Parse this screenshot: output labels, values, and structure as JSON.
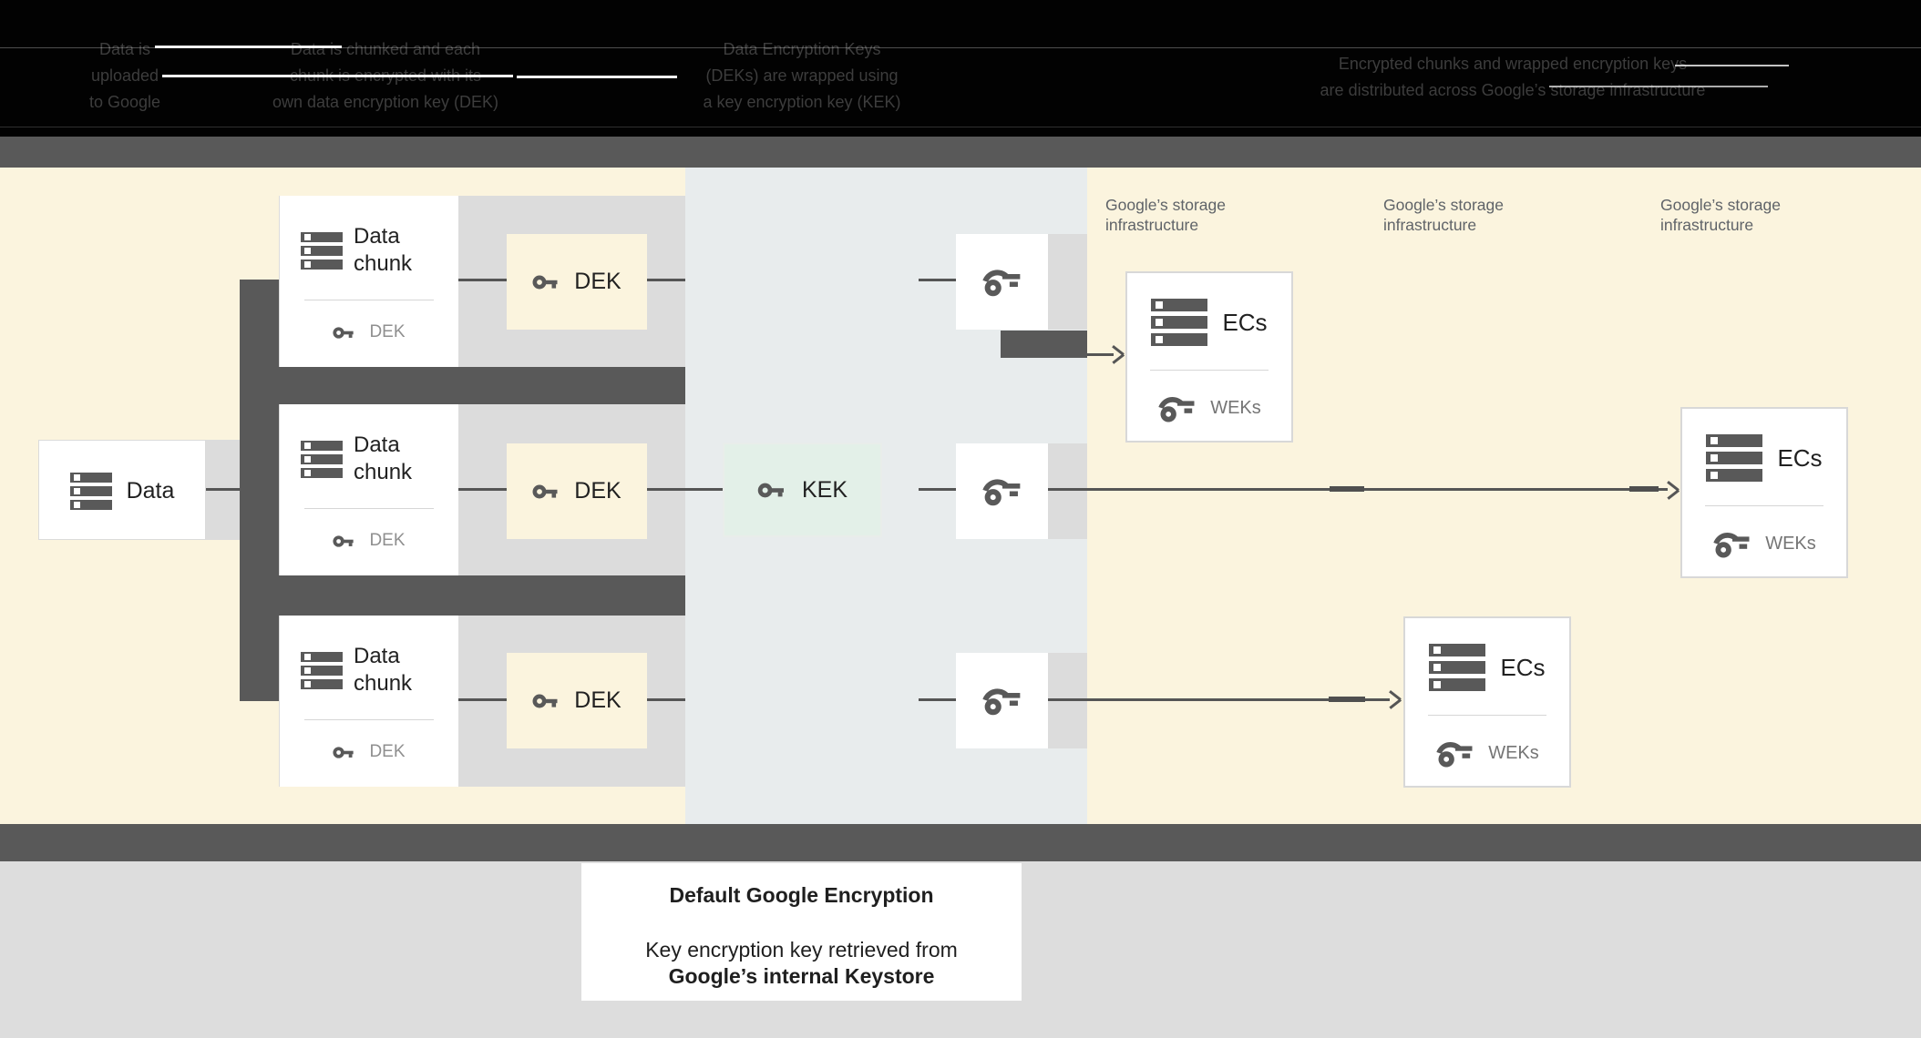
{
  "header": {
    "captions": [
      {
        "lines": [
          "Data is",
          "uploaded",
          "to Google"
        ]
      },
      {
        "lines": [
          "Data is chunked and each",
          "chunk is encrypted with its",
          "own data encryption key (DEK)"
        ]
      },
      {
        "lines": [
          "Data Encryption Keys",
          "(DEKs) are wrapped using",
          "a key encryption key (KEK)"
        ]
      },
      {
        "lines": [
          "Encrypted chunks and wrapped encryption keys",
          "are distributed across Google’s storage infrastructure"
        ]
      }
    ]
  },
  "diagram": {
    "data_box": {
      "label": "Data"
    },
    "chunk_rows": [
      {
        "title": "Data chunk",
        "key_label": "DEK",
        "dek_box_label": "DEK"
      },
      {
        "title": "Data chunk",
        "key_label": "DEK",
        "dek_box_label": "DEK"
      },
      {
        "title": "Data chunk",
        "key_label": "DEK",
        "dek_box_label": "DEK"
      }
    ],
    "kek_box": {
      "label": "KEK"
    },
    "storage_labels": [
      {
        "line1": "Google’s storage",
        "line2": "infrastructure"
      },
      {
        "line1": "Google’s storage",
        "line2": "infrastructure"
      },
      {
        "line1": "Google’s storage",
        "line2": "infrastructure"
      }
    ],
    "ecs_boxes": [
      {
        "label": "ECs",
        "keys_label": "WEKs"
      },
      {
        "label": "ECs",
        "keys_label": "WEKs"
      },
      {
        "label": "ECs",
        "keys_label": "WEKs"
      }
    ]
  },
  "caption_card": {
    "title": "Default Google Encryption",
    "line1": "Key encryption key retrieved from",
    "line2": "Google’s internal Keystore"
  },
  "colors": {
    "cream": "#FBF4DE",
    "middle_panel": "#E8ECED",
    "dark_band": "#595959",
    "row_gray": "#DCDCDC",
    "kek_green": "#E3F0E8",
    "line": "#555555",
    "bottom_background": "#DDDDDD",
    "icon_gray": "#595959"
  }
}
